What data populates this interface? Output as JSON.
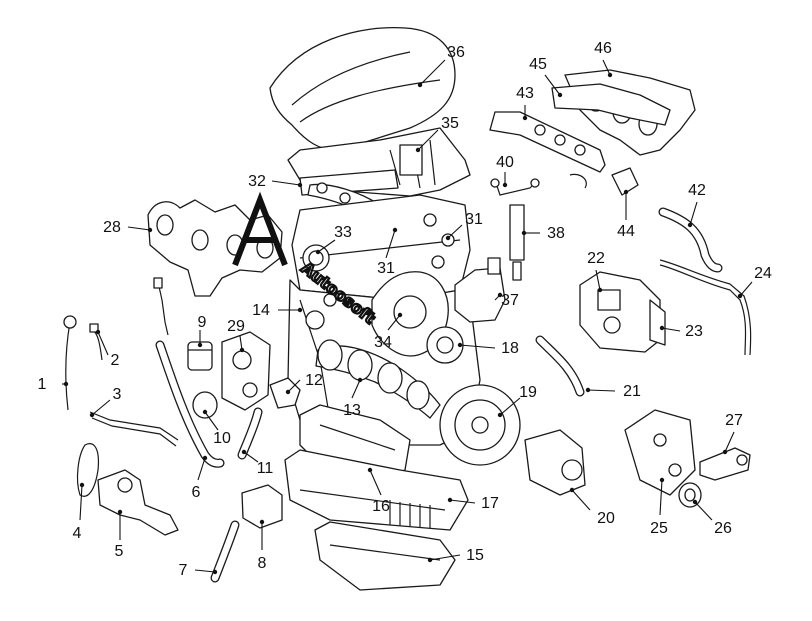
{
  "diagram": {
    "watermark": "Autoosoft",
    "callouts": [
      "1",
      "2",
      "3",
      "4",
      "5",
      "6",
      "7",
      "8",
      "9",
      "10",
      "11",
      "12",
      "13",
      "14",
      "15",
      "16",
      "17",
      "18",
      "19",
      "20",
      "21",
      "22",
      "23",
      "24",
      "25",
      "26",
      "27",
      "28",
      "29",
      "31",
      "32",
      "33",
      "34",
      "35",
      "36",
      "37",
      "38",
      "40",
      "42",
      "43",
      "44",
      "45",
      "46"
    ],
    "duplicate_callout": "31"
  },
  "colors": {
    "line": "#1a1a1a",
    "background": "#ffffff",
    "shade": "#e8e8e8"
  }
}
